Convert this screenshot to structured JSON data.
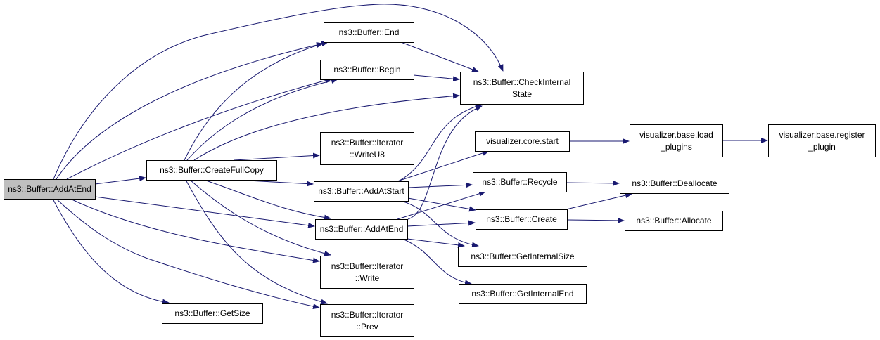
{
  "nodes": {
    "root": "ns3::Buffer::AddAtEnd",
    "create_full_copy": "ns3::Buffer::CreateFullCopy",
    "end": "ns3::Buffer::End",
    "begin": "ns3::Buffer::Begin",
    "check_internal_state": "ns3::Buffer::CheckInternal\nState",
    "write_u8": "ns3::Buffer::Iterator\n::WriteU8",
    "add_at_start": "ns3::Buffer::AddAtStart",
    "add_at_end": "ns3::Buffer::AddAtEnd",
    "write": "ns3::Buffer::Iterator\n::Write",
    "prev": "ns3::Buffer::Iterator\n::Prev",
    "get_size": "ns3::Buffer::GetSize",
    "vis_core_start": "visualizer.core.start",
    "vis_load_plugins": "visualizer.base.load\n_plugins",
    "vis_register_plugin": "visualizer.base.register\n_plugin",
    "recycle": "ns3::Buffer::Recycle",
    "create": "ns3::Buffer::Create",
    "deallocate": "ns3::Buffer::Deallocate",
    "allocate": "ns3::Buffer::Allocate",
    "get_internal_size": "ns3::Buffer::GetInternalSize",
    "get_internal_end": "ns3::Buffer::GetInternalEnd"
  },
  "edges": [
    [
      "root",
      "create_full_copy"
    ],
    [
      "root",
      "end"
    ],
    [
      "root",
      "check_internal_state"
    ],
    [
      "root",
      "begin"
    ],
    [
      "root",
      "add_at_end"
    ],
    [
      "root",
      "write"
    ],
    [
      "root",
      "prev"
    ],
    [
      "root",
      "get_size"
    ],
    [
      "create_full_copy",
      "end"
    ],
    [
      "create_full_copy",
      "begin"
    ],
    [
      "create_full_copy",
      "check_internal_state"
    ],
    [
      "create_full_copy",
      "write_u8"
    ],
    [
      "create_full_copy",
      "add_at_start"
    ],
    [
      "create_full_copy",
      "add_at_end"
    ],
    [
      "create_full_copy",
      "write"
    ],
    [
      "create_full_copy",
      "prev"
    ],
    [
      "end",
      "check_internal_state"
    ],
    [
      "begin",
      "check_internal_state"
    ],
    [
      "add_at_start",
      "check_internal_state"
    ],
    [
      "add_at_start",
      "vis_core_start"
    ],
    [
      "add_at_start",
      "recycle"
    ],
    [
      "add_at_start",
      "create"
    ],
    [
      "add_at_start",
      "get_internal_size"
    ],
    [
      "add_at_end",
      "check_internal_state"
    ],
    [
      "add_at_end",
      "recycle"
    ],
    [
      "add_at_end",
      "create"
    ],
    [
      "add_at_end",
      "get_internal_size"
    ],
    [
      "add_at_end",
      "get_internal_end"
    ],
    [
      "vis_core_start",
      "vis_load_plugins"
    ],
    [
      "vis_load_plugins",
      "vis_register_plugin"
    ],
    [
      "recycle",
      "deallocate"
    ],
    [
      "create",
      "deallocate"
    ],
    [
      "create",
      "allocate"
    ]
  ],
  "colors": {
    "edge": "#191970",
    "root_fill": "#bfbfbf",
    "node_fill": "#ffffff"
  }
}
